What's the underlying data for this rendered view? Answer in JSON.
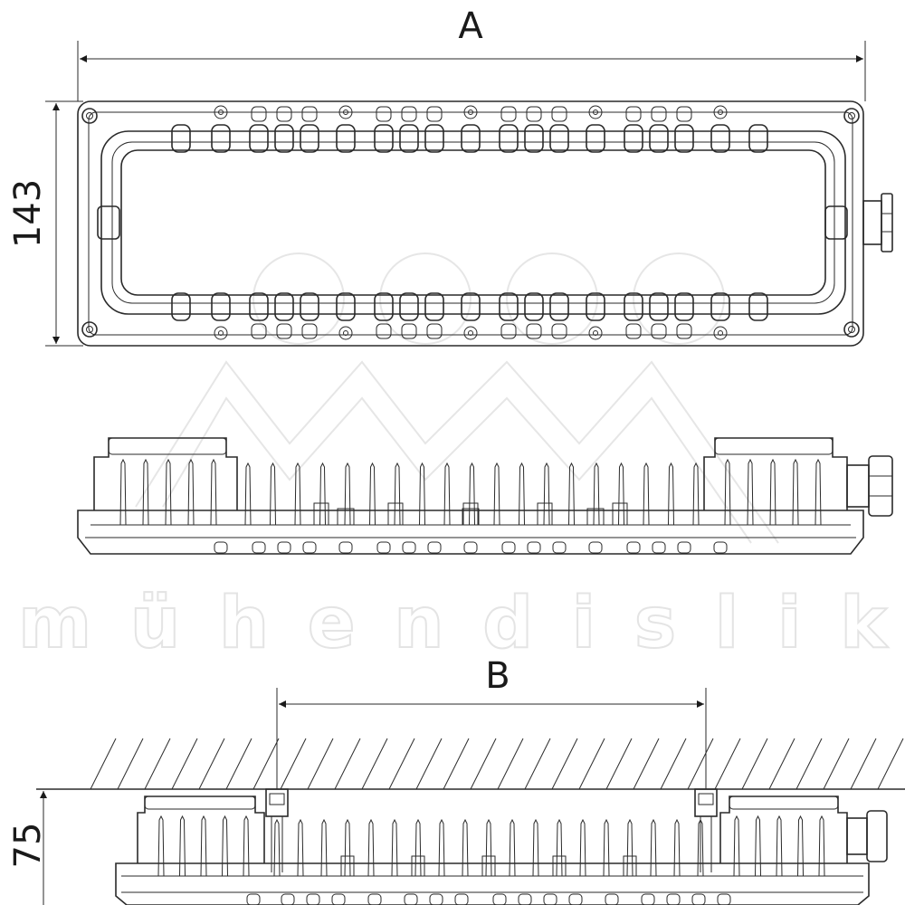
{
  "dimensions": {
    "overall_length_label": "A",
    "mount_spacing_label": "B",
    "width_value": "143",
    "height_value": "75"
  },
  "watermark": {
    "text": "mühendislik"
  }
}
